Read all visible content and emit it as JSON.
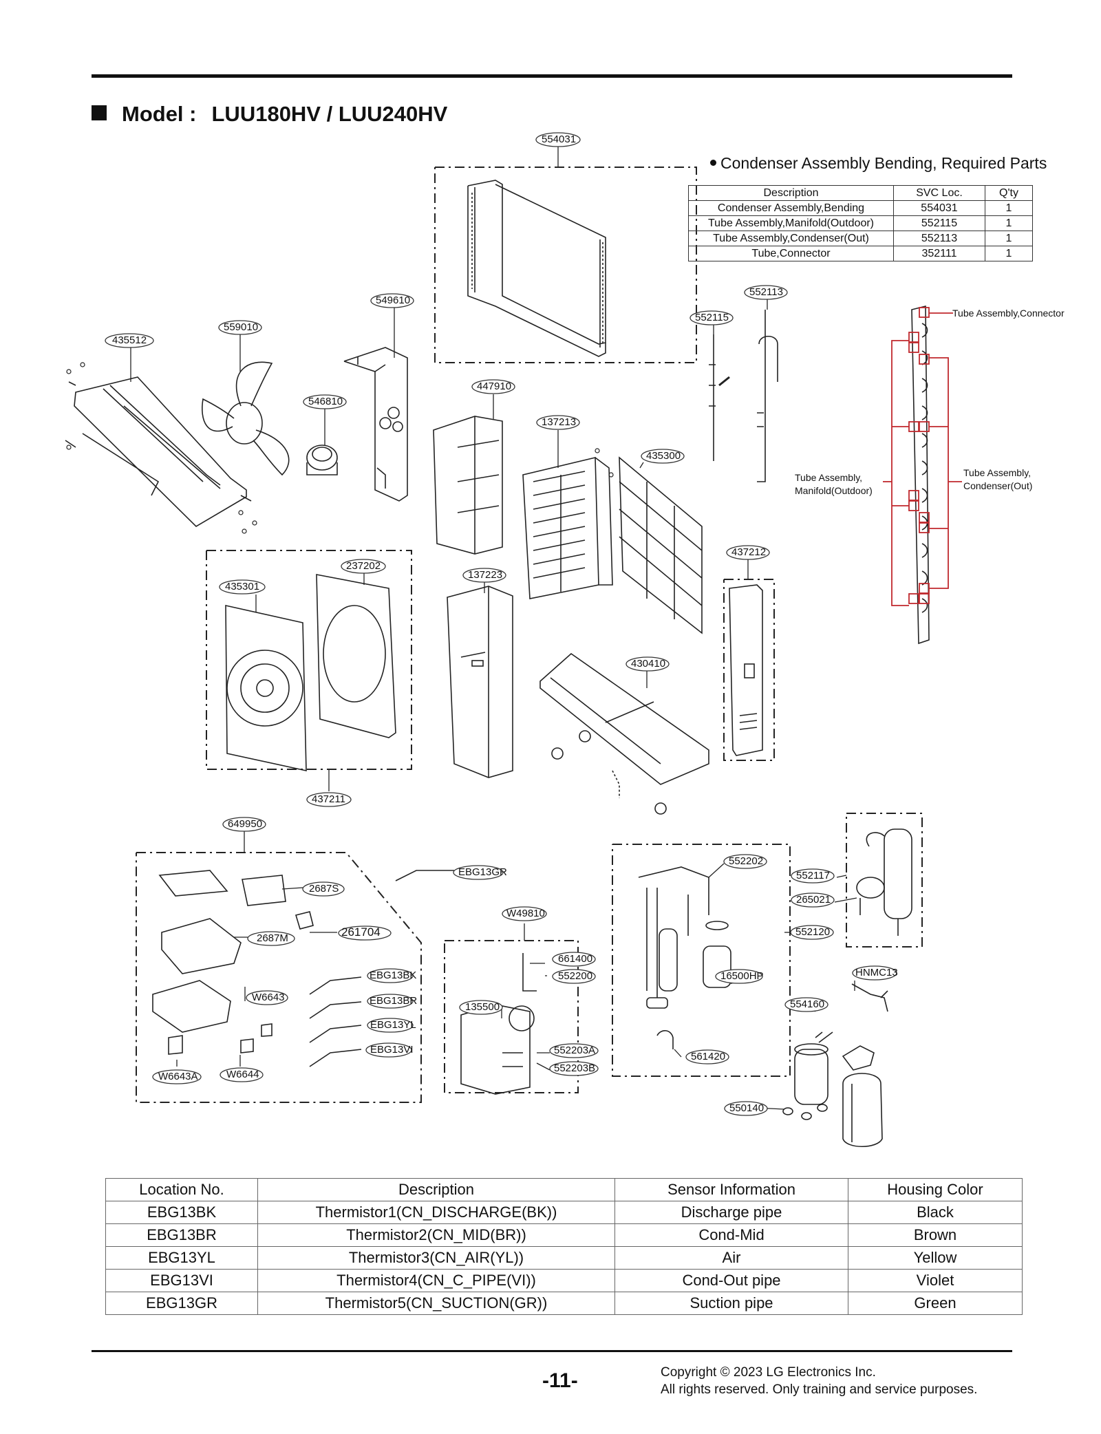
{
  "page": {
    "model_label": "Model :",
    "model_value": "LUU180HV / LUU240HV",
    "page_number": "-11-",
    "copyright_line1": "Copyright © 2023 LG Electronics Inc.",
    "copyright_line2": "All rights reserved. Only training and service purposes."
  },
  "callouts": [
    "554031",
    "549610",
    "559010",
    "435512",
    "546810",
    "447910",
    "137213",
    "435300",
    "552113",
    "552115",
    "237202",
    "435301",
    "137223",
    "437212",
    "430410",
    "437211",
    "649950",
    "2687S",
    "261704",
    "2687M",
    "W6643",
    "W6643A",
    "W6644",
    "EBG13GR",
    "W49810",
    "EBG13BK",
    "EBG13BR",
    "EBG13YL",
    "EBG13VI",
    "661400",
    "552200",
    "135500",
    "552203A",
    "552203B",
    "552202",
    "552117",
    "265021",
    "552120",
    "16500HP",
    "HNMC13",
    "554160",
    "561420",
    "550140"
  ],
  "annotations": {
    "tube_connector": "Tube Assembly,Connector",
    "tube_manifold": "Tube Assembly,\nManifold(Outdoor)",
    "tube_condenser": "Tube Assembly,\nCondenser(Out)"
  },
  "required_parts": {
    "heading": "Condenser Assembly Bending, Required Parts",
    "columns": [
      "Description",
      "SVC Loc.",
      "Q'ty"
    ],
    "rows": [
      [
        "Condenser Assembly,Bending",
        "554031",
        "1"
      ],
      [
        "Tube Assembly,Manifold(Outdoor)",
        "552115",
        "1"
      ],
      [
        "Tube Assembly,Condenser(Out)",
        "552113",
        "1"
      ],
      [
        "Tube,Connector",
        "352111",
        "1"
      ]
    ]
  },
  "sensor_table": {
    "columns": [
      "Location No.",
      "Description",
      "Sensor Information",
      "Housing Color"
    ],
    "rows": [
      [
        "EBG13BK",
        "Thermistor1(CN_DISCHARGE(BK))",
        "Discharge pipe",
        "Black"
      ],
      [
        "EBG13BR",
        "Thermistor2(CN_MID(BR))",
        "Cond-Mid",
        "Brown"
      ],
      [
        "EBG13YL",
        "Thermistor3(CN_AIR(YL))",
        "Air",
        "Yellow"
      ],
      [
        "EBG13VI",
        "Thermistor4(CN_C_PIPE(VI))",
        "Cond-Out pipe",
        "Violet"
      ],
      [
        "EBG13GR",
        "Thermistor5(CN_SUCTION(GR))",
        "Suction pipe",
        "Green"
      ]
    ]
  },
  "colors": {
    "highlight": "#c0282d",
    "ink": "#111111"
  }
}
